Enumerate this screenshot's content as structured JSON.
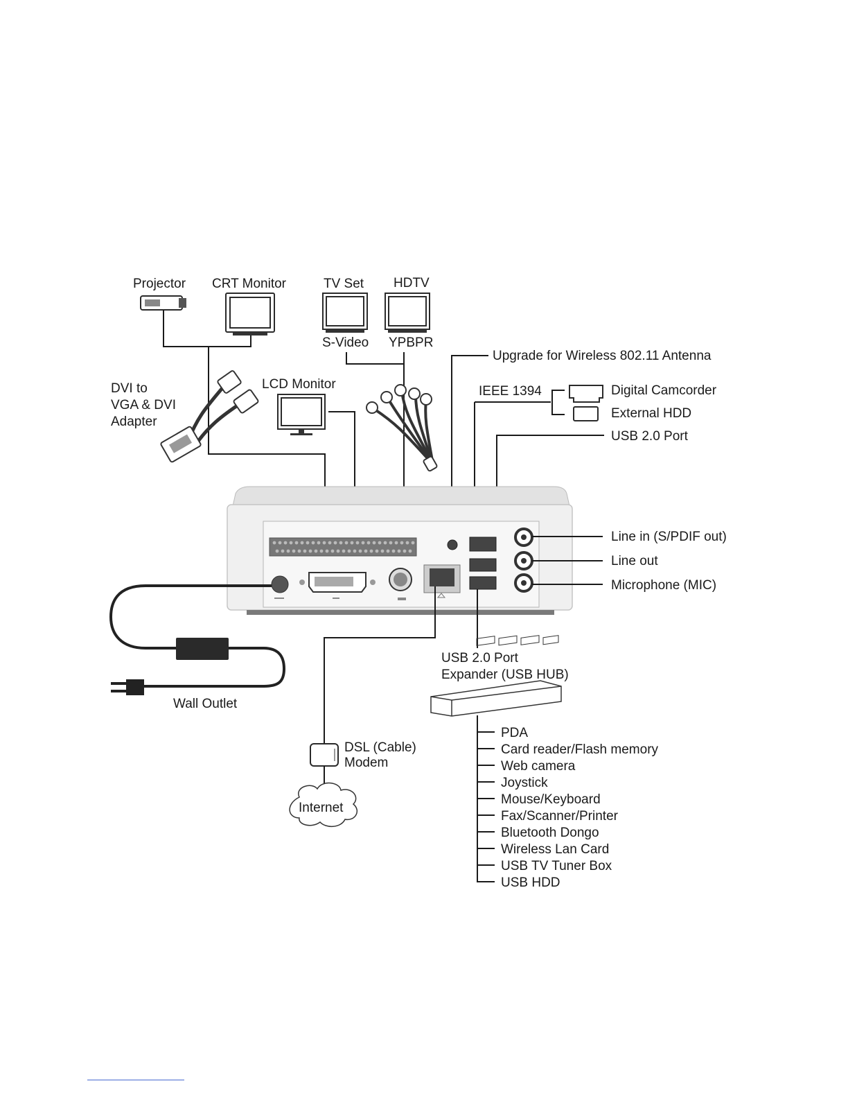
{
  "diagram": {
    "devices": {
      "projector": "Projector",
      "crt_monitor": "CRT Monitor",
      "tv_set": "TV Set",
      "hdtv": "HDTV",
      "s_video": "S-Video",
      "ypbpr": "YPBPR",
      "lcd_monitor": "LCD Monitor",
      "dvi_adapter": [
        "DVI to",
        "VGA & DVI",
        "Adapter"
      ],
      "wireless_antenna": "Upgrade for Wireless 802.11 Antenna",
      "ieee1394": "IEEE 1394",
      "digital_camcorder": "Digital Camcorder",
      "external_hdd": "External HDD",
      "usb_port": "USB 2.0 Port",
      "line_in": "Line in (S/PDIF out)",
      "line_out": "Line out",
      "microphone": "Microphone (MIC)",
      "usb_expander": [
        "USB 2.0 Port",
        "Expander (USB HUB)"
      ],
      "wall_outlet": "Wall Outlet",
      "dsl_modem": [
        "DSL (Cable)",
        "Modem"
      ],
      "internet": "Internet"
    },
    "usb_hub_devices": [
      "PDA",
      "Card reader/Flash memory",
      "Web camera",
      "Joystick",
      "Mouse/Keyboard",
      "Fax/Scanner/Printer",
      "Bluetooth Dongo",
      "Wireless Lan Card",
      "USB TV Tuner Box",
      "USB HDD"
    ]
  }
}
